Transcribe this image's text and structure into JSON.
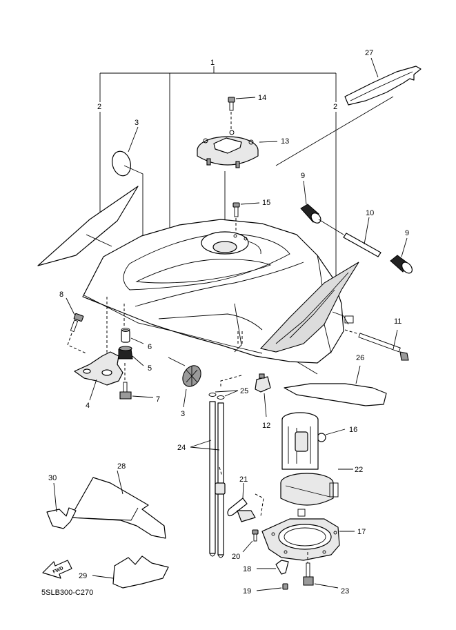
{
  "diagram_code": "5SLB300-C270",
  "fwd_label": "FWD",
  "callouts": {
    "c1": "1",
    "c2a": "2",
    "c2b": "2",
    "c3a": "3",
    "c3b": "3",
    "c4": "4",
    "c5": "5",
    "c6": "6",
    "c7": "7",
    "c8": "8",
    "c9a": "9",
    "c9b": "9",
    "c10": "10",
    "c11": "11",
    "c12": "12",
    "c13": "13",
    "c14": "14",
    "c15": "15",
    "c16": "16",
    "c17": "17",
    "c18": "18",
    "c19": "19",
    "c20": "20",
    "c21": "21",
    "c22": "22",
    "c23": "23",
    "c24": "24",
    "c25": "25",
    "c26": "26",
    "c27": "27",
    "c28": "28",
    "c29": "29",
    "c30": "30"
  }
}
